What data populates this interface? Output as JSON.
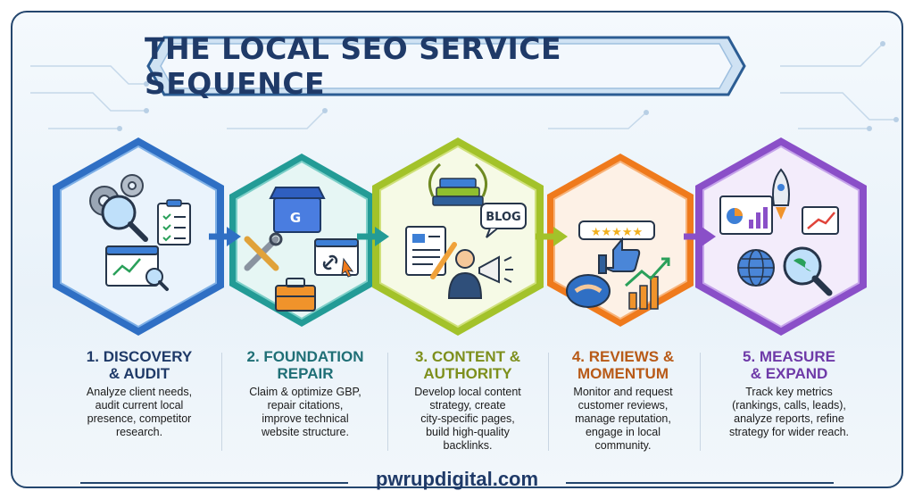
{
  "title": "THE LOCAL SEO SERVICE SEQUENCE",
  "footer": "pwrupdigital.com",
  "colors": {
    "navy": "#1f3a68",
    "blue": "#3f7fd0",
    "teal": "#2aa7a0",
    "lime": "#a6c42a",
    "orange": "#f07a1a",
    "purple": "#8a4fc8"
  },
  "steps": [
    {
      "title_line1": "1. DISCOVERY",
      "title_line2": "& AUDIT",
      "desc": [
        "Analyze client needs,",
        "audit current local",
        "presence, competitor",
        "research."
      ],
      "icons": [
        "gears-icon",
        "magnifier-icon",
        "checklist-icon",
        "browser-analytics-icon"
      ]
    },
    {
      "title_line1": "2. FOUNDATION",
      "title_line2": "REPAIR",
      "desc": [
        "Claim & optimize GBP,",
        "repair citations,",
        "improve technical",
        "website structure."
      ],
      "icons": [
        "storefront-icon",
        "tools-icon",
        "link-icon",
        "toolbox-icon"
      ]
    },
    {
      "title_line1": "3. CONTENT &",
      "title_line2": "AUTHORITY",
      "desc": [
        "Develop local content",
        "strategy, create",
        "city-specific pages,",
        "build high-quality",
        "backlinks."
      ],
      "icons": [
        "books-laurel-icon",
        "blog-bubble-icon",
        "document-pencil-icon",
        "megaphone-person-icon"
      ],
      "blog_label": "BLOG"
    },
    {
      "title_line1": "4. REVIEWS &",
      "title_line2": "MOMENTUM",
      "desc": [
        "Monitor and request",
        "customer reviews,",
        "manage reputation,",
        "engage in local",
        "community."
      ],
      "icons": [
        "star-rating-icon",
        "thumbs-up-icon",
        "handshake-icon",
        "growth-chart-icon"
      ]
    },
    {
      "title_line1": "5. MEASURE",
      "title_line2": "& EXPAND",
      "desc": [
        "Track key metrics",
        "(rankings, calls, leads),",
        "analyze reports, refine",
        "strategy for wider reach."
      ],
      "icons": [
        "rocket-icon",
        "dashboard-icon",
        "globe-icon",
        "globe-magnifier-icon"
      ]
    }
  ]
}
